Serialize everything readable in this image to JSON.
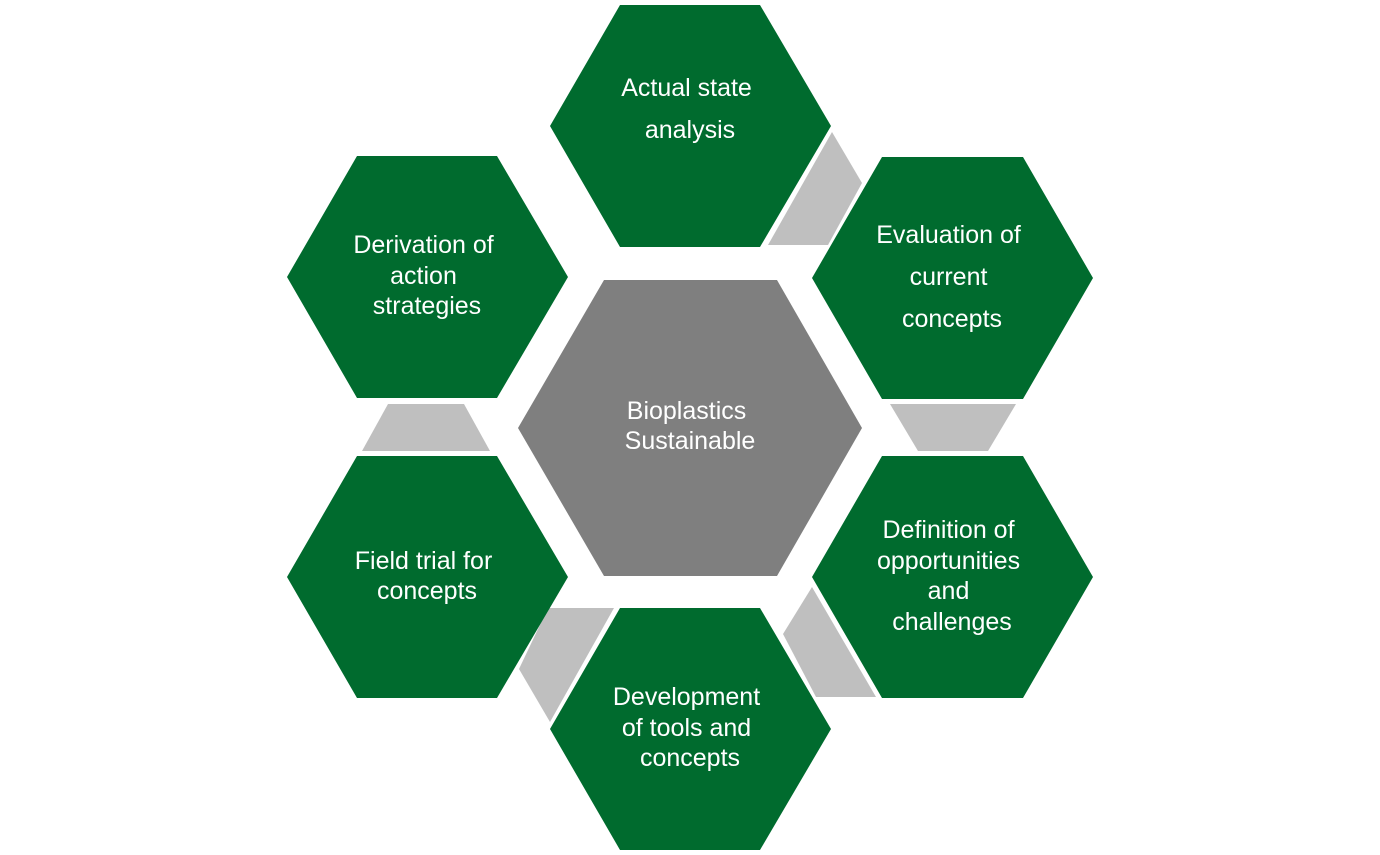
{
  "diagram": {
    "center": {
      "lines": [
        "Bioplastics",
        "Sustainable"
      ],
      "color": "#7f7f7f"
    },
    "steps": [
      {
        "lines": [
          "Actual state",
          "analysis"
        ]
      },
      {
        "lines": [
          "Evaluation of",
          "current",
          "concepts"
        ]
      },
      {
        "lines": [
          "Definition of",
          "opportunities",
          "and",
          "challenges"
        ]
      },
      {
        "lines": [
          "Development",
          "of tools and",
          "concepts"
        ]
      },
      {
        "lines": [
          "Field trial for",
          "concepts"
        ]
      },
      {
        "lines": [
          "Derivation of",
          "action",
          "strategies"
        ]
      }
    ],
    "colors": {
      "step_fill": "#006b2e",
      "connector_fill": "#bfbfbf",
      "text": "#ffffff"
    }
  }
}
